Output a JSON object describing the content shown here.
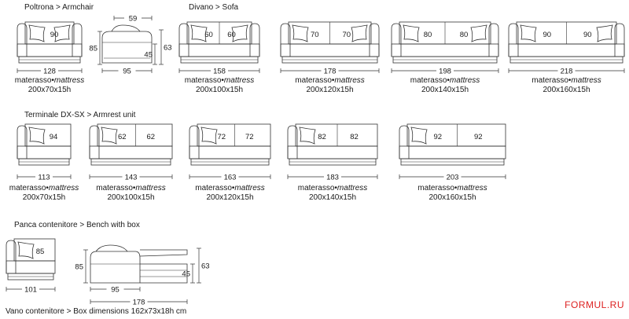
{
  "sections": {
    "armchair": "Poltrona > Armchair",
    "sofa": "Divano > Sofa",
    "armrest": "Terminale DX-SX > Armrest unit",
    "bench": "Panca contenitore > Bench with box"
  },
  "mattress_word_it": "materasso",
  "mattress_word_en": "mattress",
  "armchair": {
    "front": {
      "seats": [
        "90"
      ],
      "width": "128",
      "mattress": "200x70x15h"
    },
    "side": {
      "depth_top": "59",
      "height": "85",
      "seat_h": "45",
      "arm_h": "63",
      "depth": "95"
    }
  },
  "sofas": [
    {
      "seats": [
        "60",
        "60"
      ],
      "width": "158",
      "mattress": "200x100x15h"
    },
    {
      "seats": [
        "70",
        "70"
      ],
      "width": "178",
      "mattress": "200x120x15h"
    },
    {
      "seats": [
        "80",
        "80"
      ],
      "width": "198",
      "mattress": "200x140x15h"
    },
    {
      "seats": [
        "90",
        "90"
      ],
      "width": "218",
      "mattress": "200x160x15h"
    }
  ],
  "armrests": [
    {
      "seats": [
        "94"
      ],
      "width": "113",
      "mattress": "200x70x15h"
    },
    {
      "seats": [
        "62",
        "62"
      ],
      "width": "143",
      "mattress": "200x100x15h"
    },
    {
      "seats": [
        "72",
        "72"
      ],
      "width": "163",
      "mattress": "200x120x15h"
    },
    {
      "seats": [
        "82",
        "82"
      ],
      "width": "183",
      "mattress": "200x140x15h"
    },
    {
      "seats": [
        "92",
        "92"
      ],
      "width": "203",
      "mattress": "200x160x15h"
    }
  ],
  "bench": {
    "front": {
      "seats": [
        "85"
      ],
      "width": "101"
    },
    "side": {
      "height": "85",
      "seat_h": "45",
      "arm_h": "63",
      "depth": "95",
      "total": "178"
    },
    "box_label": "Vano contenitore > Box dimensions 162x73x18h cm"
  },
  "watermark": "FORMUL.RU"
}
